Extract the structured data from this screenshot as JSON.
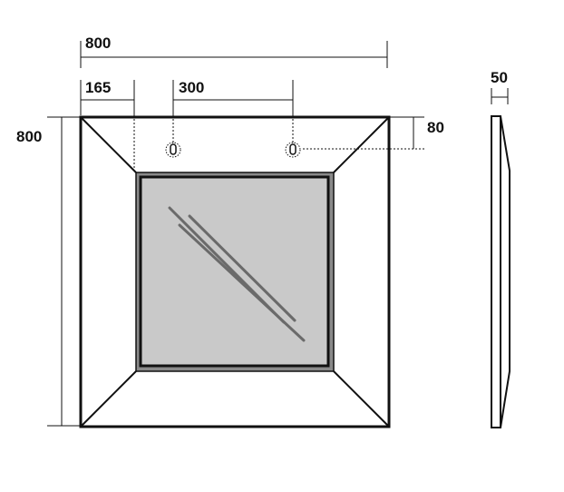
{
  "dimensions": {
    "overall_width": "800",
    "keyhole_offset_left": "165",
    "keyhole_spacing": "300",
    "overall_height": "800",
    "keyhole_offset_top": "80",
    "depth": "50"
  },
  "colors": {
    "line": "#111111",
    "glass": "#c9c9c9",
    "inner_frame": "#8a8a8a",
    "reflection": "#6a6a6a"
  },
  "icons": [
    "keyhole-icon"
  ]
}
